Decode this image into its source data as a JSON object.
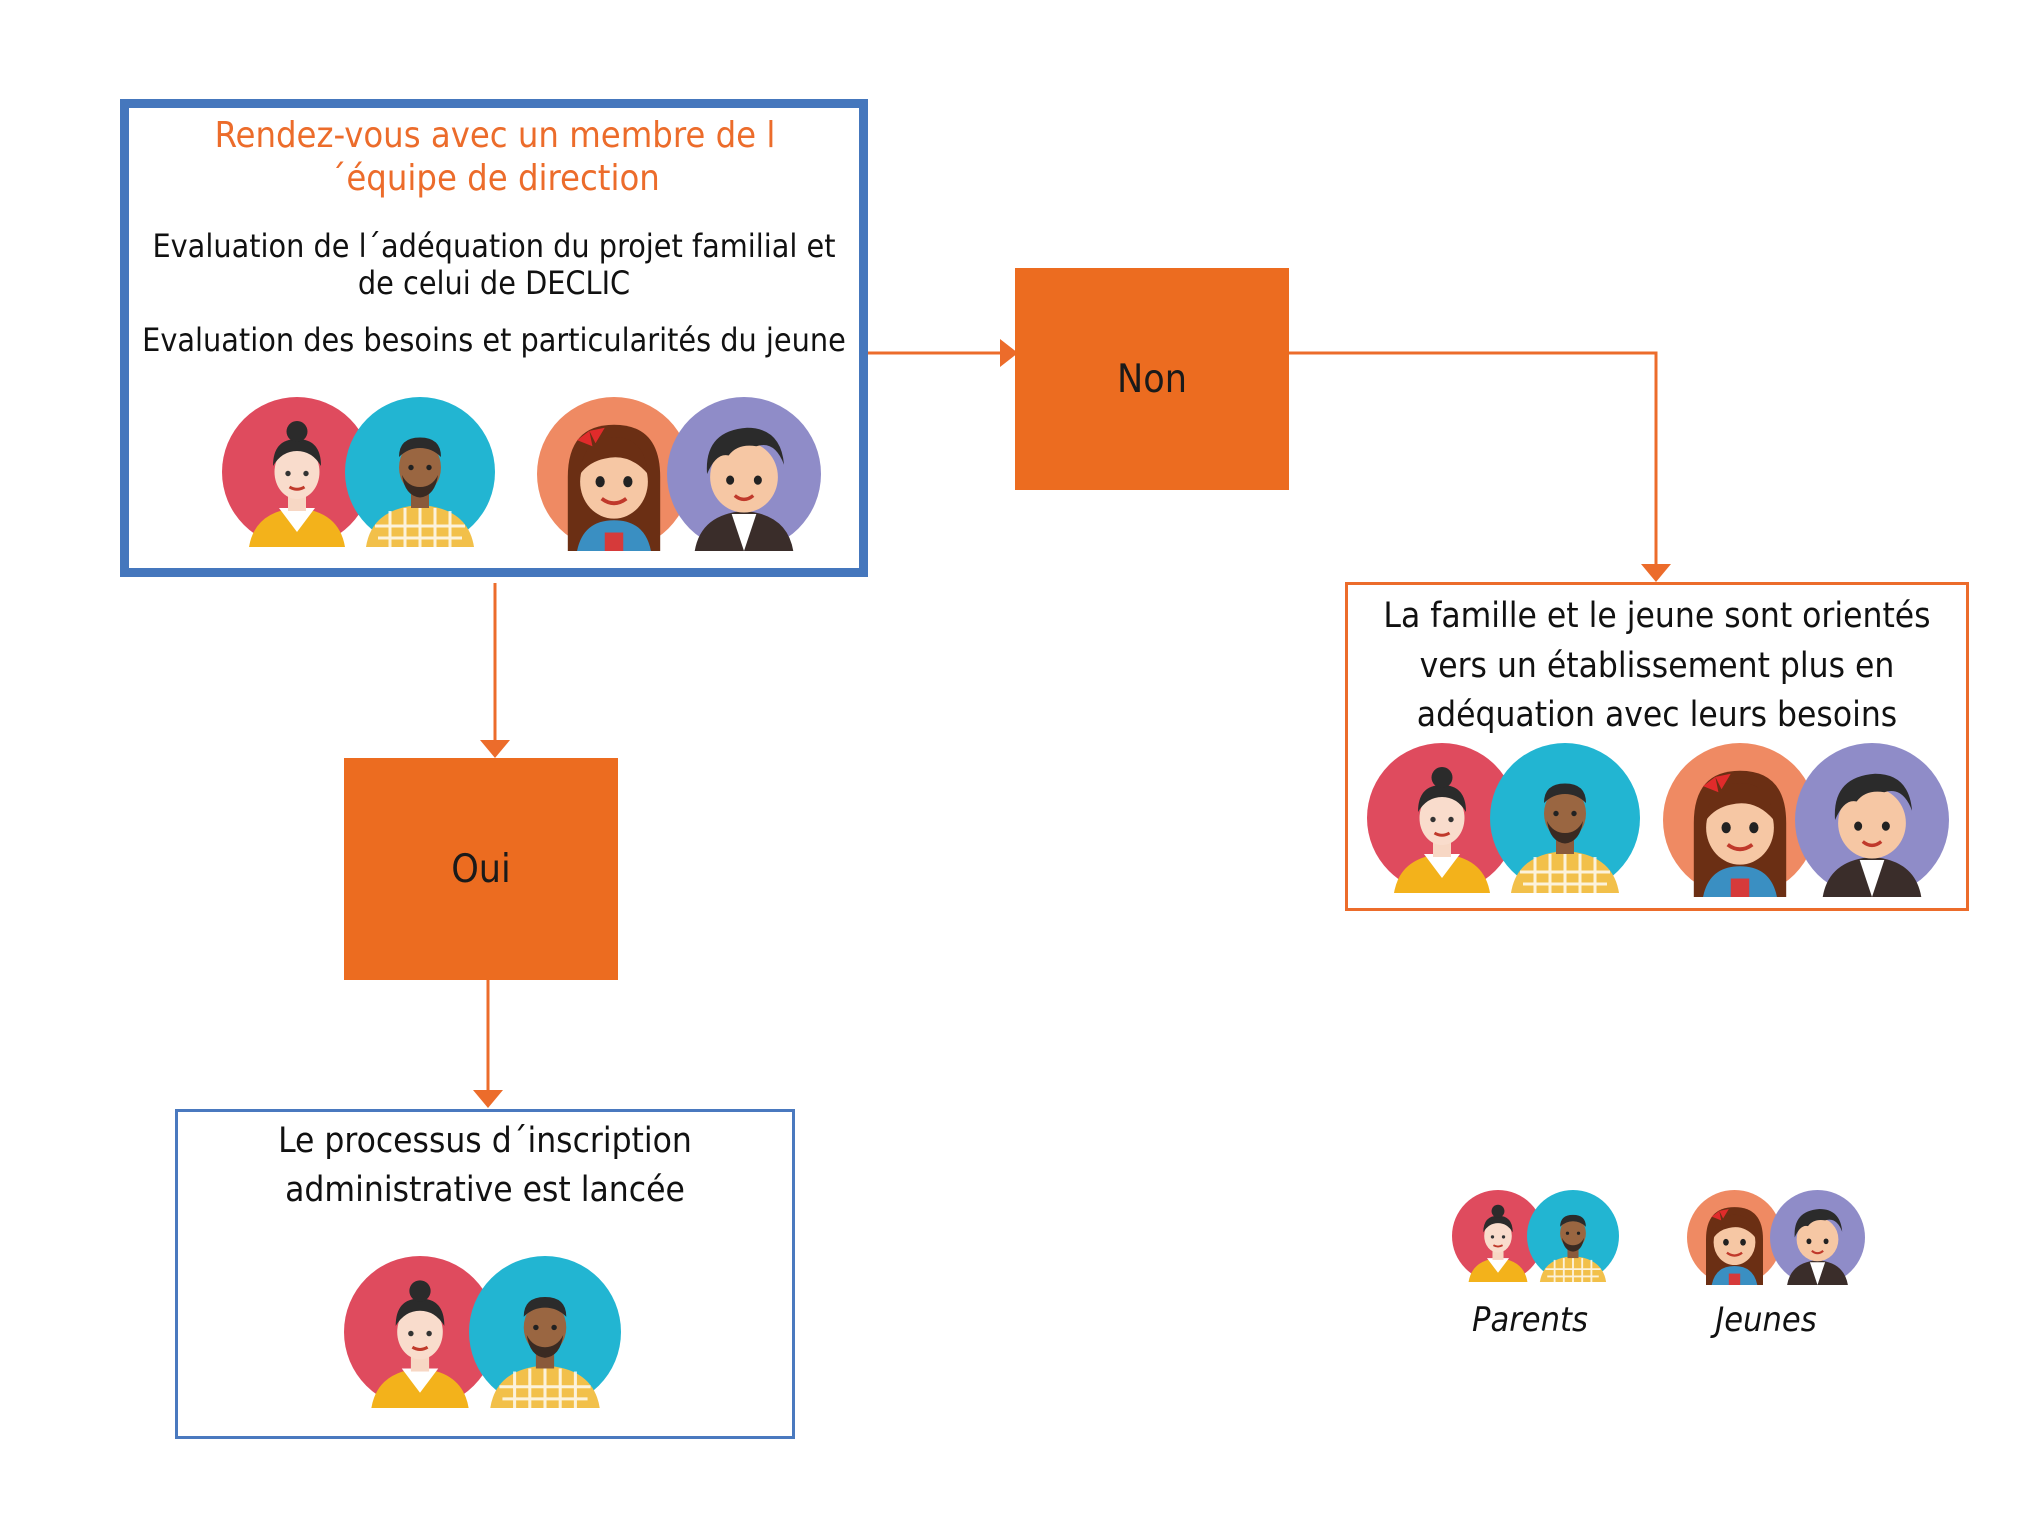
{
  "main_box": {
    "title": "Rendez-vous avec un membre de l´équipe de direction",
    "line1": "Evaluation  de l´adéquation du projet familial et de celui de DECLIC",
    "line2": "Evaluation des besoins et particularités du jeune"
  },
  "decisions": {
    "no": "Non",
    "yes": "Oui"
  },
  "right_box": {
    "text": "La famille et le jeune sont orientés vers un établissement plus en adéquation avec leurs besoins"
  },
  "bottom_box": {
    "text": "Le processus d´inscription administrative est lancée"
  },
  "legend": {
    "parents": "Parents",
    "youth": "Jeunes"
  },
  "colors": {
    "accent_orange": "#ec6c20",
    "box_blue": "#4577bd",
    "parent_mother_bg": "#df4b5e",
    "parent_father_bg": "#22b5d2",
    "youth_girl_bg": "#ef8a63",
    "youth_boy_bg": "#8f8cc8"
  },
  "icons": [
    "mother-avatar-icon",
    "father-avatar-icon",
    "girl-avatar-icon",
    "boy-avatar-icon",
    "arrow-head-icon"
  ]
}
